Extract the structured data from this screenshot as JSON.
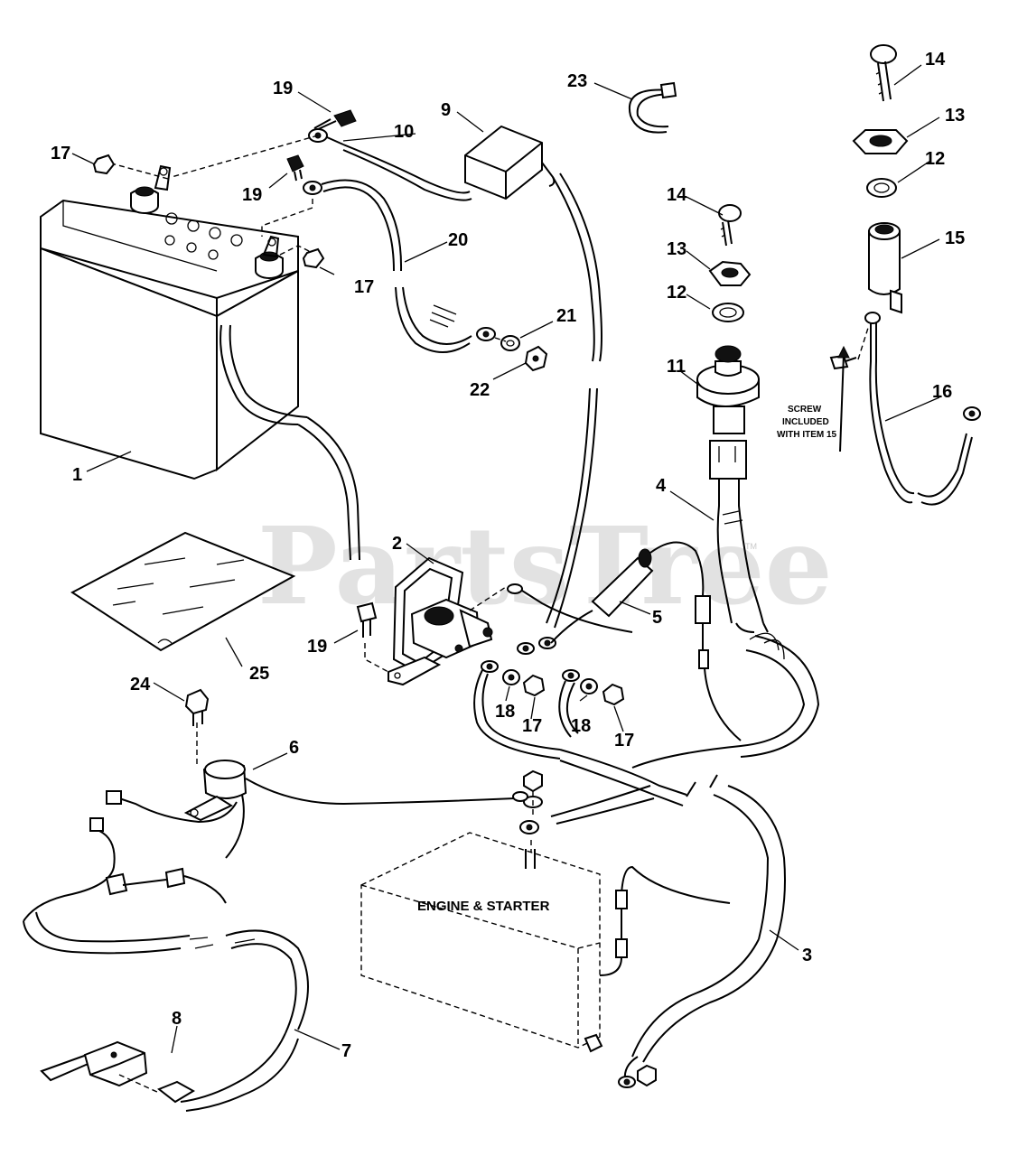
{
  "watermark": {
    "text": "PartsTree",
    "trademark": "TM"
  },
  "engine_box_label": "ENGINE & STARTER",
  "note_lines": [
    "SCREW",
    "INCLUDED",
    "WITH ITEM 15"
  ],
  "callouts": {
    "c1": "1",
    "c2": "2",
    "c3": "3",
    "c4": "4",
    "c5": "5",
    "c6": "6",
    "c7": "7",
    "c8": "8",
    "c9": "9",
    "c10": "10",
    "c11": "11",
    "c12a": "12",
    "c12b": "12",
    "c13a": "13",
    "c13b": "13",
    "c14a": "14",
    "c14b": "14",
    "c15": "15",
    "c16": "16",
    "c17a": "17",
    "c17b": "17",
    "c17c": "17",
    "c17d": "17",
    "c18a": "18",
    "c18b": "18",
    "c19a": "19",
    "c19b": "19",
    "c19c": "19",
    "c20": "20",
    "c21": "21",
    "c22": "22",
    "c23": "23",
    "c24": "24",
    "c25": "25"
  }
}
